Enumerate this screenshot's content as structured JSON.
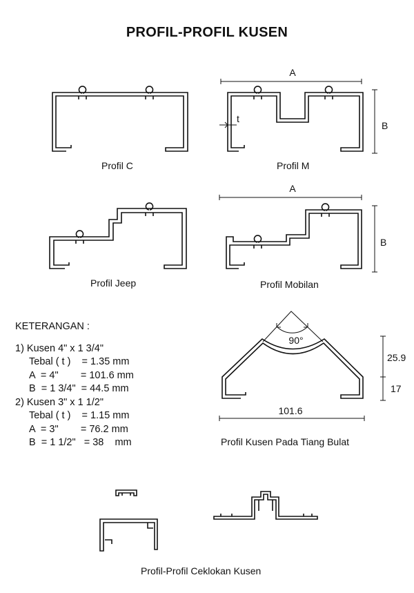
{
  "title": "PROFIL-PROFIL KUSEN",
  "captions": {
    "profil_c": "Profil C",
    "profil_m": "Profil M",
    "profil_jeep": "Profil Jeep",
    "profil_mobilan": "Profil Mobilan",
    "tiang_bulat": "Profil Kusen Pada Tiang Bulat",
    "ceklokan": "Profil-Profil Ceklokan Kusen"
  },
  "dimensions": {
    "a_label": "A",
    "b_label": "B",
    "t_label": "t",
    "angle": "90°",
    "height_upper": "25.9",
    "height_lower": "17",
    "width": "101.6"
  },
  "notes": {
    "heading": "KETERANGAN :",
    "items": [
      {
        "title": "1) Kusen 4\" x 1 3/4\"",
        "lines": [
          "Tebal ( t )    = 1.35 mm",
          "A  = 4\"        = 101.6 mm",
          "B  = 1 3/4\"  = 44.5 mm"
        ]
      },
      {
        "title": "2) Kusen 3\" x 1 1/2\"",
        "lines": [
          "Tebal ( t )    = 1.15 mm",
          "A  = 3\"        = 76.2 mm",
          "B  = 1 1/2\"   = 38    mm"
        ]
      }
    ]
  }
}
